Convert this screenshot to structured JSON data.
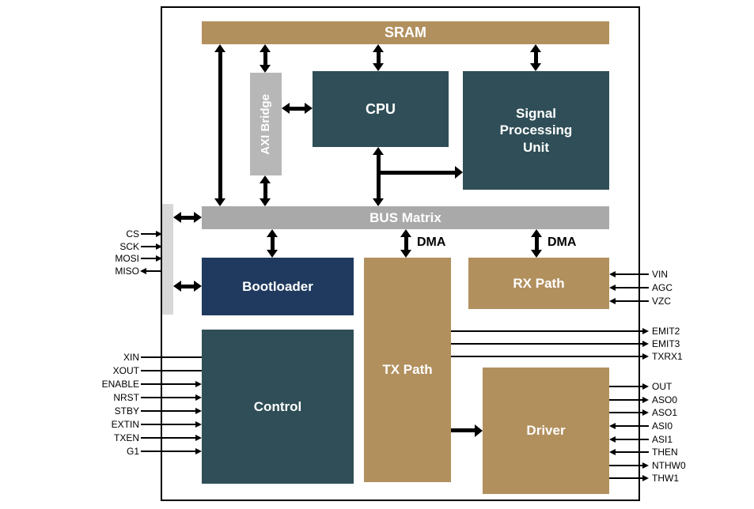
{
  "diagram": {
    "blocks": {
      "sram": "SRAM",
      "axi_bridge": "AXI Bridge",
      "cpu": "CPU",
      "signal_processing_unit": "Signal Processing Unit",
      "bus_matrix": "BUS Matrix",
      "bootloader": "Bootloader",
      "tx_path": "TX Path",
      "rx_path": "RX Path",
      "control": "Control",
      "driver": "Driver"
    },
    "bus_labels": {
      "dma_tx": "DMA",
      "dma_rx": "DMA"
    },
    "colors": {
      "tan_block": "#B1905E",
      "teal_block": "#2F4E57",
      "navy_block": "#1F3A5E",
      "bus_gray": "#A9A9A9",
      "bridge_gray": "#B7B7B7",
      "pin_strip_gray": "#D8D8D8",
      "arrow_black": "#000000"
    },
    "signals": {
      "spi": [
        {
          "label": "CS",
          "direction": "in"
        },
        {
          "label": "SCK",
          "direction": "in"
        },
        {
          "label": "MOSI",
          "direction": "in"
        },
        {
          "label": "MISO",
          "direction": "out"
        }
      ],
      "control_pins": [
        {
          "label": "XIN",
          "direction": "in"
        },
        {
          "label": "XOUT",
          "direction": "in"
        },
        {
          "label": "ENABLE",
          "direction": "in"
        },
        {
          "label": "NRST",
          "direction": "in"
        },
        {
          "label": "STBY",
          "direction": "in"
        },
        {
          "label": "EXTIN",
          "direction": "in"
        },
        {
          "label": "TXEN",
          "direction": "in"
        },
        {
          "label": "G1",
          "direction": "in"
        }
      ],
      "rx_pins": [
        {
          "label": "VIN",
          "direction": "in"
        },
        {
          "label": "AGC",
          "direction": "in"
        },
        {
          "label": "VZC",
          "direction": "in"
        }
      ],
      "tx_pins": [
        {
          "label": "EMIT2",
          "direction": "out"
        },
        {
          "label": "EMIT3",
          "direction": "out"
        },
        {
          "label": "TXRX1",
          "direction": "out"
        }
      ],
      "driver_pins": [
        {
          "label": "OUT",
          "direction": "out"
        },
        {
          "label": "ASO0",
          "direction": "out"
        },
        {
          "label": "ASO1",
          "direction": "out"
        },
        {
          "label": "ASI0",
          "direction": "in"
        },
        {
          "label": "ASI1",
          "direction": "in"
        },
        {
          "label": "THEN",
          "direction": "in"
        },
        {
          "label": "NTHW0",
          "direction": "out"
        },
        {
          "label": "THW1",
          "direction": "out"
        }
      ]
    }
  }
}
